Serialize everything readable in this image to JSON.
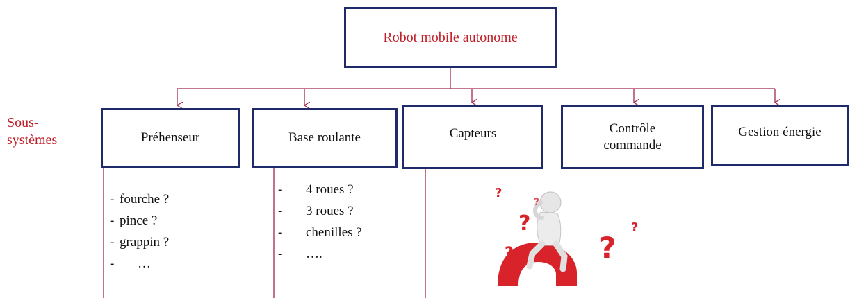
{
  "root": {
    "label": "Robot mobile autonome"
  },
  "side_label": {
    "line1": "Sous-",
    "line2": "systèmes"
  },
  "subsystems": [
    {
      "label": "Préhenseur"
    },
    {
      "label": "Base roulante"
    },
    {
      "label": "Capteurs"
    },
    {
      "label_line1": "Contrôle",
      "label_line2": "commande"
    },
    {
      "label": "Gestion énergie"
    }
  ],
  "prehenseur_options": [
    {
      "dash": "-",
      "text": "fourche ?"
    },
    {
      "dash": "-",
      "text": "pince ?"
    },
    {
      "dash": "-",
      "text": "grappin ?"
    },
    {
      "dash": "-",
      "text": "…"
    }
  ],
  "base_options": [
    {
      "dash": "-",
      "text": "4 roues ?"
    },
    {
      "dash": "-",
      "text": "3 roues ?"
    },
    {
      "dash": "-",
      "text": "chenilles  ?"
    },
    {
      "dash": "-",
      "text": "…."
    }
  ],
  "colors": {
    "box_border": "#1f2a6b",
    "connector": "#a0284e",
    "accent_text": "#c0202a"
  },
  "illustration": {
    "icon": "thinking-person-question-marks-icon"
  }
}
